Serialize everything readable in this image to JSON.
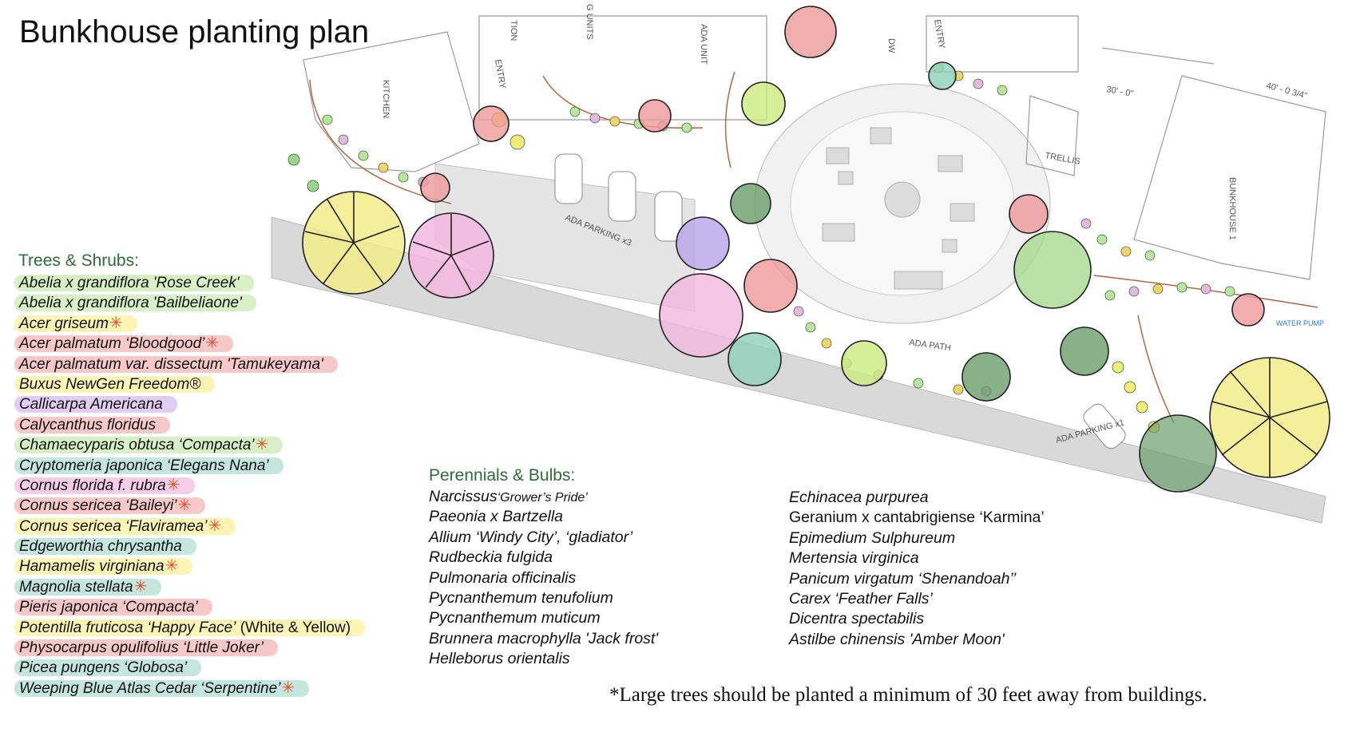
{
  "title": "Bunkhouse planting plan",
  "site_labels": {
    "kitchen": "KITCHEN",
    "entry_left": "ENTRY",
    "entry_right": "ENTRY",
    "ada_unit": "ADA UNIT",
    "units": "G UNITS",
    "tion": "TION",
    "dw": "DW",
    "trellis": "TRELLIS",
    "bunkhouse": "BUNKHOUSE 1",
    "water_pump": "WATER PUMP",
    "ada_path": "ADA PATH",
    "ada_parking": "ADA PARKING x3",
    "ada_parking_single": "ADA PARKING x1",
    "dim_1": "30' - 0\"",
    "dim_2": "40' - 0 3/4\""
  },
  "trees_shrubs": {
    "heading": "Trees & Shrubs:",
    "items": [
      {
        "name": "Abelia x grandiflora 'Rose Creek'",
        "note": "",
        "large": false,
        "highlight": "#d7f0c6"
      },
      {
        "name": "Abelia x grandiflora 'Bailbeliaone'",
        "note": "",
        "large": false,
        "highlight": "#d7f0c6"
      },
      {
        "name": "Acer griseum",
        "note": "",
        "large": true,
        "highlight": "#fbf4b4"
      },
      {
        "name": "Acer palmatum ‘Bloodgood’",
        "note": "",
        "large": true,
        "highlight": "#f7c8c8"
      },
      {
        "name": "Acer palmatum var. dissectum 'Tamukeyama'",
        "note": "",
        "large": false,
        "highlight": "#f7c8c8"
      },
      {
        "name": "Buxus NewGen Freedom®",
        "note": "",
        "large": false,
        "highlight": "#fbf4b4"
      },
      {
        "name": "Callicarpa Americana",
        "note": "",
        "large": false,
        "highlight": "#e2cdf2"
      },
      {
        "name": "Calycanthus floridus",
        "note": "",
        "large": false,
        "highlight": "#f7c8c8"
      },
      {
        "name": "Chamaecyparis obtusa ‘Compacta’",
        "note": "",
        "large": true,
        "highlight": "#d7f0c6"
      },
      {
        "name": "Cryptomeria japonica ‘Elegans Nana’",
        "note": "",
        "large": false,
        "highlight": "#c4e6dd"
      },
      {
        "name": "Cornus florida f. rubra",
        "note": "",
        "large": true,
        "highlight": "#f6cde9"
      },
      {
        "name": "Cornus sericea ‘Baileyi’",
        "note": "",
        "large": true,
        "highlight": "#f7c8c8"
      },
      {
        "name": "Cornus sericea ‘Flaviramea’",
        "note": "",
        "large": true,
        "highlight": "#fbf4b4"
      },
      {
        "name": "Edgeworthia chrysantha",
        "note": "",
        "large": false,
        "highlight": "#c4e6dd"
      },
      {
        "name": "Hamamelis virginiana",
        "note": "",
        "large": true,
        "highlight": "#fbf4b4"
      },
      {
        "name": "Magnolia stellata",
        "note": "",
        "large": true,
        "highlight": "#c4e6dd"
      },
      {
        "name": "Pieris japonica ‘Compacta’",
        "note": "",
        "large": false,
        "highlight": "#f7c8c8"
      },
      {
        "name": "Potentilla fruticosa ‘Happy Face’",
        "note": "(White & Yellow)",
        "large": false,
        "highlight": "#fbf4b4"
      },
      {
        "name": "Physocarpus opulifolius ‘Little Joker’",
        "note": "",
        "large": false,
        "highlight": "#f7c8c8"
      },
      {
        "name": "Picea pungens ‘Globosa’",
        "note": "",
        "large": false,
        "highlight": "#c4e6dd"
      },
      {
        "name": "Weeping Blue Atlas Cedar ‘Serpentine’",
        "note": "",
        "large": true,
        "highlight": "#c4e6dd"
      }
    ]
  },
  "perennials_bulbs": {
    "heading": "Perennials & Bulbs:",
    "col1": [
      {
        "name": "Narcissus",
        "cultivar": "‘Grower’s Pride’"
      },
      {
        "name": "Paeonia x Bartzella",
        "cultivar": ""
      },
      {
        "name": "Allium ‘Windy City’, ‘gladiator’",
        "cultivar": ""
      },
      {
        "name": "Rudbeckia fulgida",
        "cultivar": ""
      },
      {
        "name": "Pulmonaria officinalis",
        "cultivar": ""
      },
      {
        "name": "Pycnanthemum tenufolium",
        "cultivar": ""
      },
      {
        "name": "Pycnanthemum muticum",
        "cultivar": ""
      },
      {
        "name": "Brunnera macrophylla 'Jack frost'",
        "cultivar": ""
      },
      {
        "name": "Helleborus orientalis",
        "cultivar": ""
      }
    ],
    "col2": [
      {
        "name": "Echinacea purpurea",
        "upright": false
      },
      {
        "name": "Geranium x cantabrigiense ‘Karmina’",
        "upright": true
      },
      {
        "name": "Epimedium Sulphureum",
        "upright": false
      },
      {
        "name": "Mertensia virginica",
        "upright": false
      },
      {
        "name": "Panicum virgatum ‘Shenandoah’’",
        "upright": false
      },
      {
        "name": "Carex ‘Feather Falls’",
        "upright": false
      },
      {
        "name": "Dicentra spectabilis",
        "upright": false
      },
      {
        "name": "Astilbe chinensis 'Amber Moon'",
        "upright": false
      }
    ]
  },
  "star_symbol": "✳",
  "footnote": "*Large trees should be planted a minimum of 30 feet away from buildings.",
  "colors": {
    "heading_green": "#2e6b3a",
    "star": "#e0502a",
    "hardscape": "#d9d9d9",
    "paving": "#ececec",
    "tree_yellow": "#f3ec8a",
    "tree_pink": "#f3b6df",
    "tree_red": "#ef9a9a",
    "tree_green": "#a9d98f",
    "tree_teal": "#8fcfb9",
    "tree_purple": "#cfa6ee",
    "bed_edge": "#b5653a"
  }
}
